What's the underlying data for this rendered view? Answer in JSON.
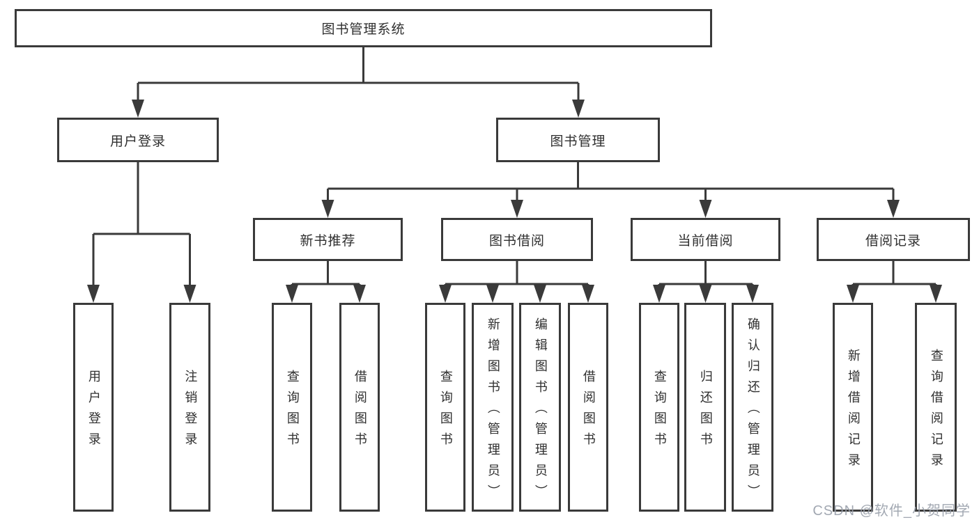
{
  "diagram": {
    "title": "图书管理系统",
    "root": {
      "label": "图书管理系统"
    },
    "branches": [
      {
        "label": "用户登录",
        "children": [
          "用户登录",
          "注销登录"
        ]
      },
      {
        "label": "图书管理",
        "sub": [
          {
            "label": "新书推荐",
            "children": [
              "查询图书",
              "借阅图书"
            ]
          },
          {
            "label": "图书借阅",
            "children": [
              "查询图书",
              "新增图书（管理员）",
              "编辑图书（管理员）",
              "借阅图书"
            ]
          },
          {
            "label": "当前借阅",
            "children": [
              "查询图书",
              "归还图书",
              "确认归还（管理员）"
            ]
          },
          {
            "label": "借阅记录",
            "children": [
              "新增借阅记录",
              "查询借阅记录"
            ]
          }
        ]
      }
    ],
    "line_color": "#3a3a3a"
  },
  "watermark": {
    "text": "CSDN @软件_小贺同学"
  }
}
